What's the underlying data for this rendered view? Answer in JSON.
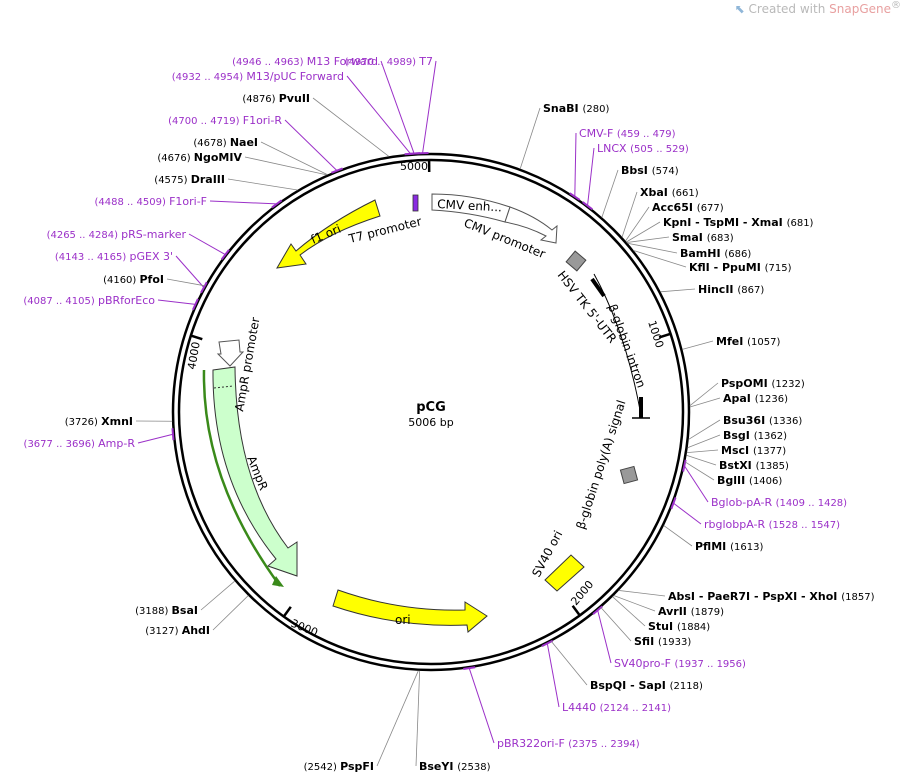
{
  "watermark": {
    "prefix": "Created with",
    "brand": "SnapGene",
    "mark": "®",
    "logo_icon": "snapgene-logo-icon"
  },
  "plasmid": {
    "name": "pCG",
    "size_label": "5006 bp",
    "length": 5006
  },
  "colors": {
    "feature_label": "#9b30c8",
    "site_label": "#000000",
    "yellow_feature": "#ffff00",
    "ampr_fill": "#ccffcc",
    "primer": "#9b30c8"
  },
  "ticks": [
    {
      "bp": 1000,
      "label": "1000"
    },
    {
      "bp": 2000,
      "label": "2000"
    },
    {
      "bp": 3000,
      "label": "3000"
    },
    {
      "bp": 4000,
      "label": "4000"
    },
    {
      "bp": 5000,
      "label": "5000"
    }
  ],
  "features": [
    {
      "name": "f1 ori",
      "type": "yellow-arrow"
    },
    {
      "name": "T7 promoter",
      "type": "label"
    },
    {
      "name": "CMV enh...",
      "type": "white-arrow"
    },
    {
      "name": "CMV promoter",
      "type": "white-arrow"
    },
    {
      "name": "HSV TK 5'-UTR",
      "type": "gray-box"
    },
    {
      "name": "β-globin intron",
      "type": "intron"
    },
    {
      "name": "β-globin poly(A) signal",
      "type": "gray-box"
    },
    {
      "name": "SV40 ori",
      "type": "yellow-box"
    },
    {
      "name": "ori",
      "type": "yellow-arrow"
    },
    {
      "name": "AmpR",
      "type": "green-arrow"
    },
    {
      "name": "AmpR promoter",
      "type": "white-arrow"
    }
  ],
  "sites": [
    {
      "name": "M13 Forward",
      "pos": "(4946 .. 4963)",
      "kind": "primer"
    },
    {
      "name": "T7",
      "pos": "(4970 .. 4989)",
      "kind": "primer"
    },
    {
      "name": "M13/pUC Forward",
      "pos": "(4932 .. 4954)",
      "kind": "primer"
    },
    {
      "name": "PvuII",
      "pos": "(4876)",
      "kind": "enzyme"
    },
    {
      "name": "F1ori-R",
      "pos": "(4700 .. 4719)",
      "kind": "primer"
    },
    {
      "name": "NaeI",
      "pos": "(4678)",
      "kind": "enzyme"
    },
    {
      "name": "NgoMIV",
      "pos": "(4676)",
      "kind": "enzyme"
    },
    {
      "name": "DraIII",
      "pos": "(4575)",
      "kind": "enzyme"
    },
    {
      "name": "F1ori-F",
      "pos": "(4488 .. 4509)",
      "kind": "primer"
    },
    {
      "name": "pRS-marker",
      "pos": "(4265 .. 4284)",
      "kind": "primer"
    },
    {
      "name": "pGEX 3'",
      "pos": "(4143 .. 4165)",
      "kind": "primer"
    },
    {
      "name": "PfoI",
      "pos": "(4160)",
      "kind": "enzyme"
    },
    {
      "name": "pBRforEco",
      "pos": "(4087 .. 4105)",
      "kind": "primer"
    },
    {
      "name": "XmnI",
      "pos": "(3726)",
      "kind": "enzyme"
    },
    {
      "name": "Amp-R",
      "pos": "(3677 .. 3696)",
      "kind": "primer"
    },
    {
      "name": "BsaI",
      "pos": "(3188)",
      "kind": "enzyme"
    },
    {
      "name": "AhdI",
      "pos": "(3127)",
      "kind": "enzyme"
    },
    {
      "name": "PspFI",
      "pos": "(2542)",
      "kind": "enzyme"
    },
    {
      "name": "BseYI",
      "pos": "(2538)",
      "kind": "enzyme"
    },
    {
      "name": "pBR322ori-F",
      "pos": "(2375 .. 2394)",
      "kind": "primer"
    },
    {
      "name": "L4440",
      "pos": "(2124 .. 2141)",
      "kind": "primer"
    },
    {
      "name": "BspQI - SapI",
      "pos": "(2118)",
      "kind": "enzyme"
    },
    {
      "name": "SV40pro-F",
      "pos": "(1937 .. 1956)",
      "kind": "primer"
    },
    {
      "name": "SfiI",
      "pos": "(1933)",
      "kind": "enzyme"
    },
    {
      "name": "StuI",
      "pos": "(1884)",
      "kind": "enzyme"
    },
    {
      "name": "AvrII",
      "pos": "(1879)",
      "kind": "enzyme"
    },
    {
      "name": "AbsI - PaeR7I - PspXI - XhoI",
      "pos": "(1857)",
      "kind": "enzyme"
    },
    {
      "name": "PflMI",
      "pos": "(1613)",
      "kind": "enzyme"
    },
    {
      "name": "rbglobpA-R",
      "pos": "(1528 .. 1547)",
      "kind": "primer"
    },
    {
      "name": "Bglob-pA-R",
      "pos": "(1409 .. 1428)",
      "kind": "primer"
    },
    {
      "name": "BglII",
      "pos": "(1406)",
      "kind": "enzyme"
    },
    {
      "name": "BstXI",
      "pos": "(1385)",
      "kind": "enzyme"
    },
    {
      "name": "MscI",
      "pos": "(1377)",
      "kind": "enzyme"
    },
    {
      "name": "BsgI",
      "pos": "(1362)",
      "kind": "enzyme"
    },
    {
      "name": "Bsu36I",
      "pos": "(1336)",
      "kind": "enzyme"
    },
    {
      "name": "ApaI",
      "pos": "(1236)",
      "kind": "enzyme"
    },
    {
      "name": "PspOMI",
      "pos": "(1232)",
      "kind": "enzyme"
    },
    {
      "name": "MfeI",
      "pos": "(1057)",
      "kind": "enzyme"
    },
    {
      "name": "HincII",
      "pos": "(867)",
      "kind": "enzyme"
    },
    {
      "name": "KflI - PpuMI",
      "pos": "(715)",
      "kind": "enzyme"
    },
    {
      "name": "BamHI",
      "pos": "(686)",
      "kind": "enzyme"
    },
    {
      "name": "SmaI",
      "pos": "(683)",
      "kind": "enzyme"
    },
    {
      "name": "KpnI - TspMI - XmaI",
      "pos": "(681)",
      "kind": "enzyme"
    },
    {
      "name": "Acc65I",
      "pos": "(677)",
      "kind": "enzyme"
    },
    {
      "name": "XbaI",
      "pos": "(661)",
      "kind": "enzyme"
    },
    {
      "name": "BbsI",
      "pos": "(574)",
      "kind": "enzyme"
    },
    {
      "name": "LNCX",
      "pos": "(505 .. 529)",
      "kind": "primer"
    },
    {
      "name": "CMV-F",
      "pos": "(459 .. 479)",
      "kind": "primer"
    },
    {
      "name": "SnaBI",
      "pos": "(280)",
      "kind": "enzyme"
    }
  ]
}
